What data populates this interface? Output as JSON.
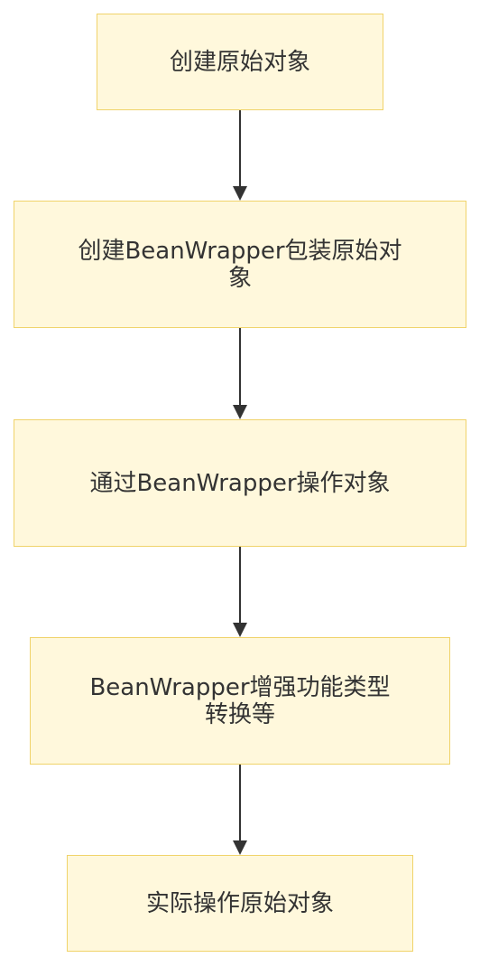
{
  "nodes": [
    {
      "id": "n1",
      "text": "创建原始对象"
    },
    {
      "id": "n2",
      "text": "创建BeanWrapper包装原始对象"
    },
    {
      "id": "n3",
      "text": "通过BeanWrapper操作对象"
    },
    {
      "id": "n4",
      "text": "BeanWrapper增强功能类型转换等"
    },
    {
      "id": "n5",
      "text": "实际操作原始对象"
    }
  ],
  "edges": [
    {
      "from": "n1",
      "to": "n2"
    },
    {
      "from": "n2",
      "to": "n3"
    },
    {
      "from": "n3",
      "to": "n4"
    },
    {
      "from": "n4",
      "to": "n5"
    }
  ],
  "colors": {
    "node_fill": "#fff8dc",
    "node_border": "#f0d36a",
    "text": "#333333",
    "edge": "#333333"
  }
}
